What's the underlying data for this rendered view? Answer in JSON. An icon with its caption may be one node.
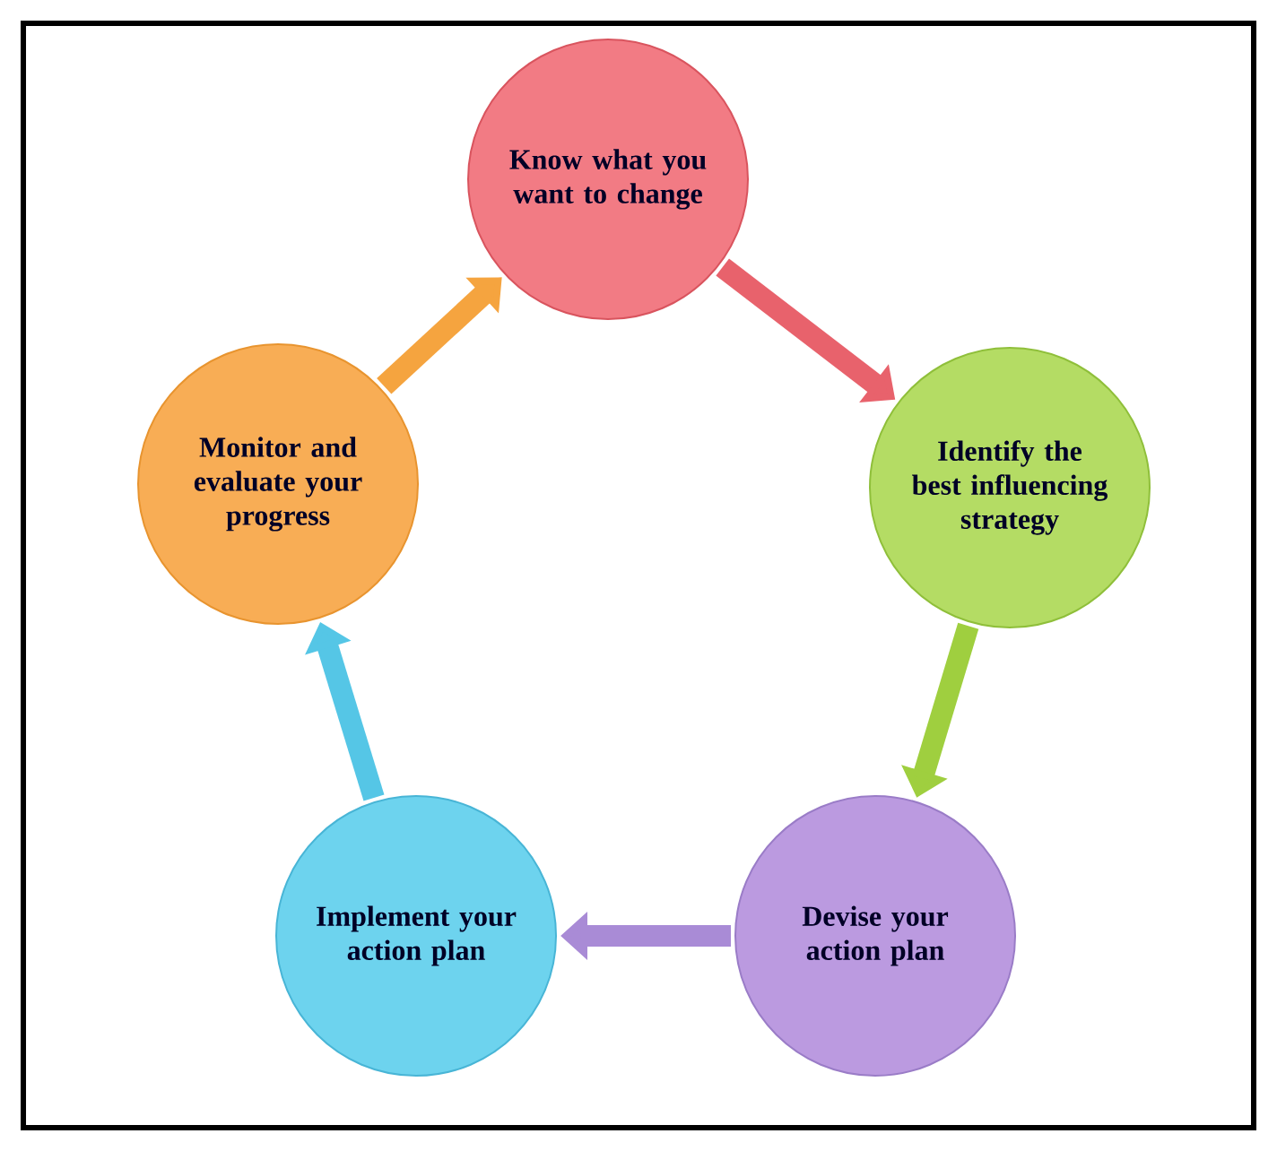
{
  "diagram": {
    "nodes": [
      {
        "text": [
          "Know what you want to change"
        ]
      },
      {
        "text": [
          "Identify the best influencing strategy"
        ]
      },
      {
        "text": [
          "Devise your action plan"
        ]
      },
      {
        "text": [
          "Implement your action plan"
        ]
      },
      {
        "text": [
          "Monitor and evaluate your progress"
        ]
      }
    ],
    "edges": [
      {
        "from": 0,
        "to": 1,
        "arrow": "to",
        "color": "#e8626c"
      },
      {
        "from": 1,
        "to": 2,
        "arrow": "to",
        "color": "#9fcf3f"
      },
      {
        "from": 2,
        "to": 3,
        "arrow": "to",
        "color": "#a98bd6"
      },
      {
        "from": 3,
        "to": 4,
        "arrow": "to",
        "color": "#55c6e6"
      },
      {
        "from": 4,
        "to": 0,
        "arrow": "to",
        "color": "#f5a43f"
      }
    ]
  }
}
